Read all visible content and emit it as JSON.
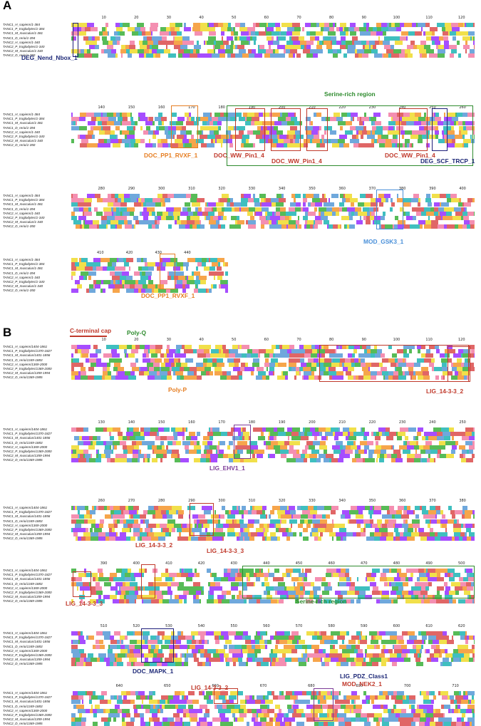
{
  "colors": {
    "hydrophobic": "#6fa8dc",
    "positive": "#e06666",
    "negative": "#a64dff",
    "polar": "#57bb57",
    "glycine": "#f6a54b",
    "proline": "#f1e04a",
    "cysteine": "#f48fb1",
    "aromatic": "#3fbfbf",
    "gap": "#ffffff",
    "box_blue": "#1f1f7a",
    "box_red": "#c0392b",
    "box_green": "#2e8b2e",
    "box_orange": "#e67e22",
    "box_purple": "#7d3c98",
    "box_lightblue": "#4a90d9",
    "label_navy": "#1f2a78",
    "label_red": "#c0392b",
    "label_green": "#2e8b2e",
    "label_orange": "#e67e22",
    "label_purple": "#7d3c98",
    "label_lightblue": "#4a90d9"
  },
  "panels": [
    {
      "letter": "A",
      "species": [
        "TANC1_H_sapiens/1-384",
        "TANC1_P_troglodytes/1-384",
        "TANC1_M_musculus/1-381",
        "TANC1_D_rerio/1-394",
        "TANC2_H_sapiens/1-340",
        "TANC2_P_troglodytes/1-340",
        "TANC2_M_musculus/1-340",
        "TANC2_D_rerio/1-350"
      ],
      "blocks": [
        {
          "ruler": [
            "10",
            "20",
            "30",
            "40",
            "50",
            "60",
            "70",
            "80",
            "90",
            "100",
            "110",
            "120"
          ],
          "annotations": [
            {
              "text": "DEG_Nend_Nbox_1",
              "color": "label_navy"
            }
          ]
        },
        {
          "ruler": [
            "140",
            "150",
            "160",
            "170",
            "180",
            "190",
            "200",
            "210",
            "220",
            "230",
            "240",
            "250",
            "260"
          ],
          "annotations": [
            {
              "text": "Serine-rich region",
              "color": "label_green"
            },
            {
              "text": "DOC_PP1_RVXF_1",
              "color": "label_orange"
            },
            {
              "text": "DOC_WW_Pin1_4",
              "color": "label_red"
            },
            {
              "text": "DOC_WW_Pin1_4",
              "color": "label_red"
            },
            {
              "text": "DOC_WW_Pin1_4",
              "color": "label_red"
            },
            {
              "text": "DEG_SCF_TRCP_1",
              "color": "label_navy"
            }
          ]
        },
        {
          "ruler": [
            "280",
            "290",
            "300",
            "310",
            "320",
            "330",
            "340",
            "350",
            "360",
            "370",
            "380",
            "390",
            "400"
          ],
          "annotations": [
            {
              "text": "MOD_GSK3_1",
              "color": "label_lightblue"
            }
          ]
        },
        {
          "ruler": [
            "410",
            "420",
            "430",
            "440"
          ],
          "annotations": [
            {
              "text": "DOC_PP1_RVXF_1",
              "color": "label_orange"
            }
          ]
        }
      ]
    },
    {
      "letter": "B",
      "species": [
        "TANC1_H_sapiens/1404-1861",
        "TANC1_P_troglodytes/1370-1827",
        "TANC1_M_musculus/1401-1856",
        "TANC1_D_rerio/1349-1883",
        "TANC2_H_sapiens/1369-2000",
        "TANC2_P_troglodytes/1369-2000",
        "TANC2_M_musculus/1359-1994",
        "TANC2_D_rerio/1369-1985"
      ],
      "blocks": [
        {
          "ruler": [
            "10",
            "20",
            "30",
            "40",
            "50",
            "60",
            "70",
            "80",
            "90",
            "100",
            "110",
            "120"
          ],
          "annotations": [
            {
              "text": "C-terminal cap",
              "color": "label_red"
            },
            {
              "text": "Poly-Q",
              "color": "label_green"
            },
            {
              "text": "Poly-P",
              "color": "label_orange"
            },
            {
              "text": "LIG_14-3-3_2",
              "color": "label_red"
            }
          ]
        },
        {
          "ruler": [
            "130",
            "140",
            "150",
            "160",
            "170",
            "180",
            "190",
            "200",
            "210",
            "220",
            "230",
            "240",
            "250"
          ],
          "annotations": [
            {
              "text": "LIG_EHV1_1",
              "color": "label_purple"
            }
          ]
        },
        {
          "ruler": [
            "260",
            "270",
            "280",
            "290",
            "300",
            "310",
            "320",
            "330",
            "340",
            "350",
            "360",
            "370",
            "380"
          ],
          "annotations": [
            {
              "text": "LIG_14-3-3_2",
              "color": "label_red"
            },
            {
              "text": "LIG_14-3-3_3",
              "color": "label_red"
            }
          ]
        },
        {
          "ruler": [
            "390",
            "400",
            "410",
            "420",
            "430",
            "440",
            "450",
            "460",
            "470",
            "480",
            "490",
            "500"
          ],
          "annotations": [
            {
              "text": "LIG_14-3-3_3",
              "color": "label_red"
            },
            {
              "text": "Serine-rich region",
              "color": "label_green"
            }
          ]
        },
        {
          "ruler": [
            "510",
            "520",
            "530",
            "540",
            "550",
            "560",
            "570",
            "580",
            "590",
            "600",
            "610",
            "620"
          ],
          "annotations": [
            {
              "text": "DOC_MAPK_1",
              "color": "label_navy"
            }
          ]
        },
        {
          "ruler": [
            "640",
            "650",
            "660",
            "670",
            "680",
            "690",
            "700",
            "710"
          ],
          "annotations": [
            {
              "text": "LIG_PDZ_Class1",
              "color": "label_navy"
            },
            {
              "text": "MOD_NEK2_1",
              "color": "label_red"
            },
            {
              "text": "LIG_14-3-3_2",
              "color": "label_red"
            }
          ]
        }
      ]
    }
  ]
}
